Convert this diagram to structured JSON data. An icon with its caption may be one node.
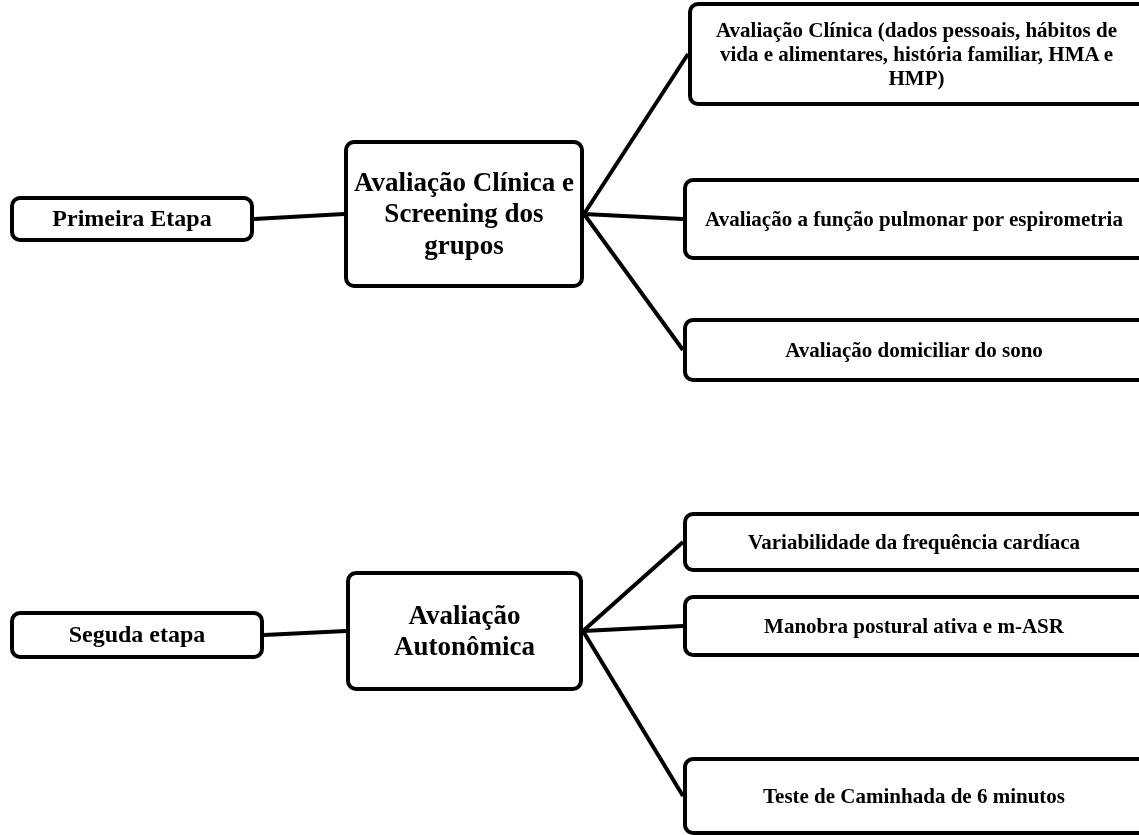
{
  "diagram": {
    "nodes": [
      {
        "text": [
          "Primeira Etapa"
        ]
      },
      {
        "text": [
          "Avaliação Clínica e Screening dos grupos"
        ]
      },
      {
        "text": [
          "Avaliação Clínica (dados pessoais, hábitos de vida e alimentares, história familiar, HMA e HMP)"
        ]
      },
      {
        "text": [
          "Avaliação a função pulmonar por espirometria"
        ]
      },
      {
        "text": [
          "Avaliação domiciliar do sono"
        ]
      },
      {
        "text": [
          "Seguda etapa"
        ]
      },
      {
        "text": [
          "Avaliação Autonômica"
        ]
      },
      {
        "text": [
          "Variabilidade da frequência cardíaca"
        ]
      },
      {
        "text": [
          "Manobra postural ativa e m-ASR"
        ]
      },
      {
        "text": [
          "Teste de Caminhada de 6 minutos"
        ]
      }
    ],
    "edges": [
      {
        "from": 0,
        "to": 1,
        "arrow": "none"
      },
      {
        "from": 1,
        "to": 2,
        "arrow": "none"
      },
      {
        "from": 1,
        "to": 3,
        "arrow": "none"
      },
      {
        "from": 1,
        "to": 4,
        "arrow": "none"
      },
      {
        "from": 5,
        "to": 6,
        "arrow": "none"
      },
      {
        "from": 6,
        "to": 7,
        "arrow": "none"
      },
      {
        "from": 6,
        "to": 8,
        "arrow": "none"
      },
      {
        "from": 6,
        "to": 9,
        "arrow": "none"
      }
    ]
  }
}
